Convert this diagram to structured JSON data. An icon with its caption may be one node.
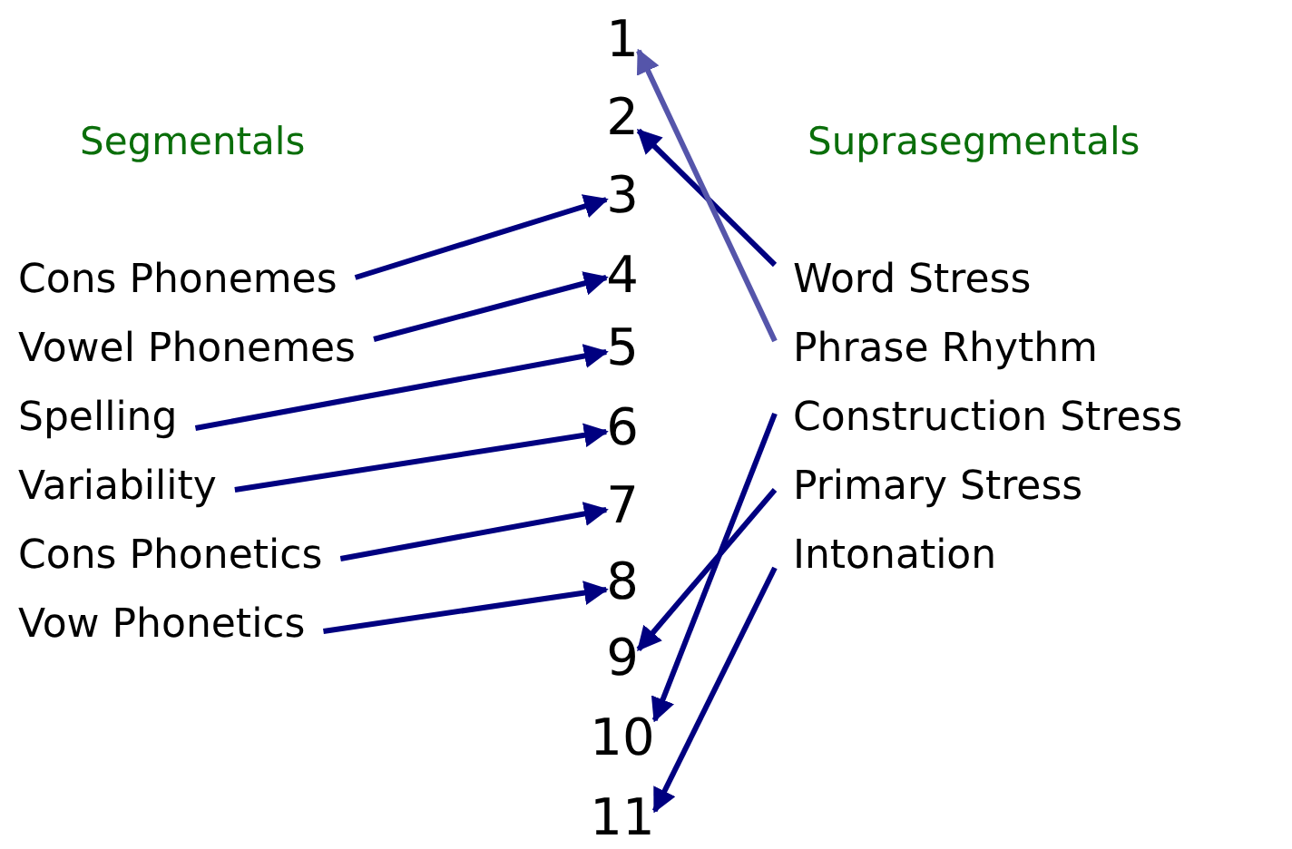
{
  "diagram": {
    "nodes": [
      {
        "text": [
          "1"
        ]
      },
      {
        "text": [
          "2"
        ]
      },
      {
        "text": [
          "3"
        ]
      },
      {
        "text": [
          "4"
        ]
      },
      {
        "text": [
          "5"
        ]
      },
      {
        "text": [
          "6"
        ]
      },
      {
        "text": [
          "7"
        ]
      },
      {
        "text": [
          "8"
        ]
      },
      {
        "text": [
          "9"
        ]
      },
      {
        "text": [
          "10"
        ]
      },
      {
        "text": [
          "11"
        ]
      },
      {
        "text": [
          "Cons Phonemes"
        ]
      },
      {
        "text": [
          "Vowel Phonemes"
        ]
      },
      {
        "text": [
          "Spelling"
        ]
      },
      {
        "text": [
          "Variability"
        ]
      },
      {
        "text": [
          "Cons Phonetics"
        ]
      },
      {
        "text": [
          "Vow Phonetics"
        ]
      },
      {
        "text": [
          "Word Stress"
        ]
      },
      {
        "text": [
          "Phrase Rhythm"
        ]
      },
      {
        "text": [
          "Construction Stress"
        ]
      },
      {
        "text": [
          "Primary Stress"
        ]
      },
      {
        "text": [
          "Intonation"
        ]
      }
    ],
    "edges": [
      {
        "from": 11,
        "to": 2,
        "arrow": "to"
      },
      {
        "from": 12,
        "to": 3,
        "arrow": "to"
      },
      {
        "from": 13,
        "to": 4,
        "arrow": "to"
      },
      {
        "from": 14,
        "to": 5,
        "arrow": "to"
      },
      {
        "from": 15,
        "to": 6,
        "arrow": "to"
      },
      {
        "from": 16,
        "to": 7,
        "arrow": "to"
      },
      {
        "from": 17,
        "to": 1,
        "arrow": "to"
      },
      {
        "from": 18,
        "to": 0,
        "arrow": "to",
        "color": "#5555aa"
      },
      {
        "from": 19,
        "to": 9,
        "arrow": "to"
      },
      {
        "from": 20,
        "to": 8,
        "arrow": "to"
      },
      {
        "from": 21,
        "to": 10,
        "arrow": "to"
      }
    ],
    "labels": [
      "Segmentals",
      "Suprasegmentals"
    ]
  }
}
